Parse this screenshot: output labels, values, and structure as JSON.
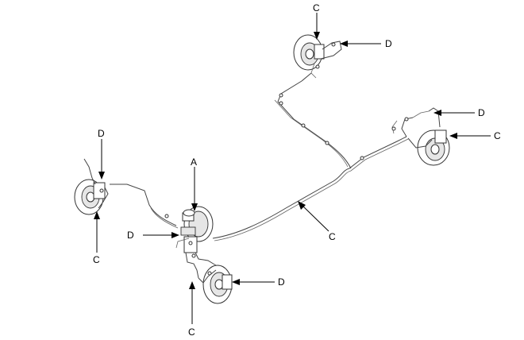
{
  "diagram": {
    "labels": {
      "a": "A",
      "c_rear_right": "C",
      "d_rear_right": "D",
      "d_rear_left": "D",
      "c_rear_left": "C",
      "d_front_left": "D",
      "c_front_left": "C",
      "d_booster": "D",
      "c_main_line": "C",
      "d_front_right": "D",
      "c_front_right": "C"
    }
  }
}
